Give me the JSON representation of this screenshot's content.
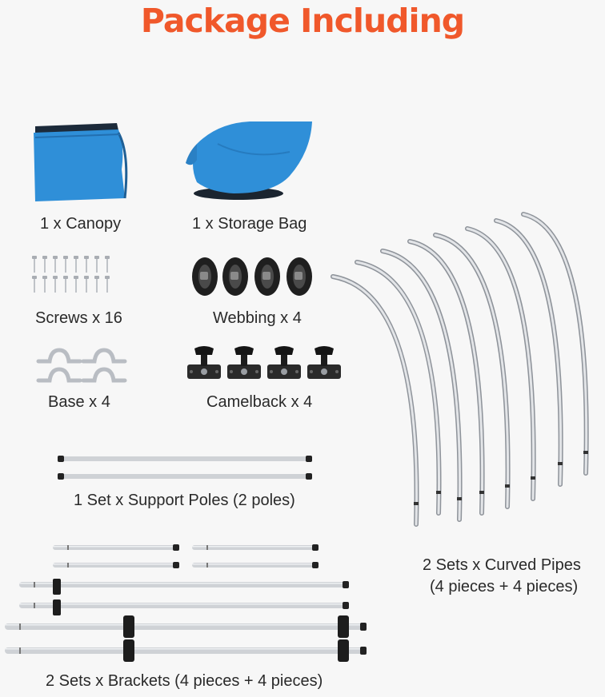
{
  "title": "Package Including",
  "colors": {
    "title": "#f0582b",
    "canopy_blue": "#2f8fd8",
    "metal": "#c9ccd1",
    "dark_parts": "#222222"
  },
  "items": {
    "canopy": "1 x Canopy",
    "storage_bag": "1 x Storage Bag",
    "screws": "Screws x 16",
    "webbing": "Webbing x 4",
    "base": "Base x 4",
    "camelback": "Camelback x 4",
    "support_poles": "1 Set x Support Poles (2 poles)",
    "curved_pipes_line1": "2 Sets x Curved Pipes",
    "curved_pipes_line2": "(4 pieces + 4 pieces)",
    "brackets": "2 Sets x Brackets (4 pieces + 4 pieces)"
  }
}
